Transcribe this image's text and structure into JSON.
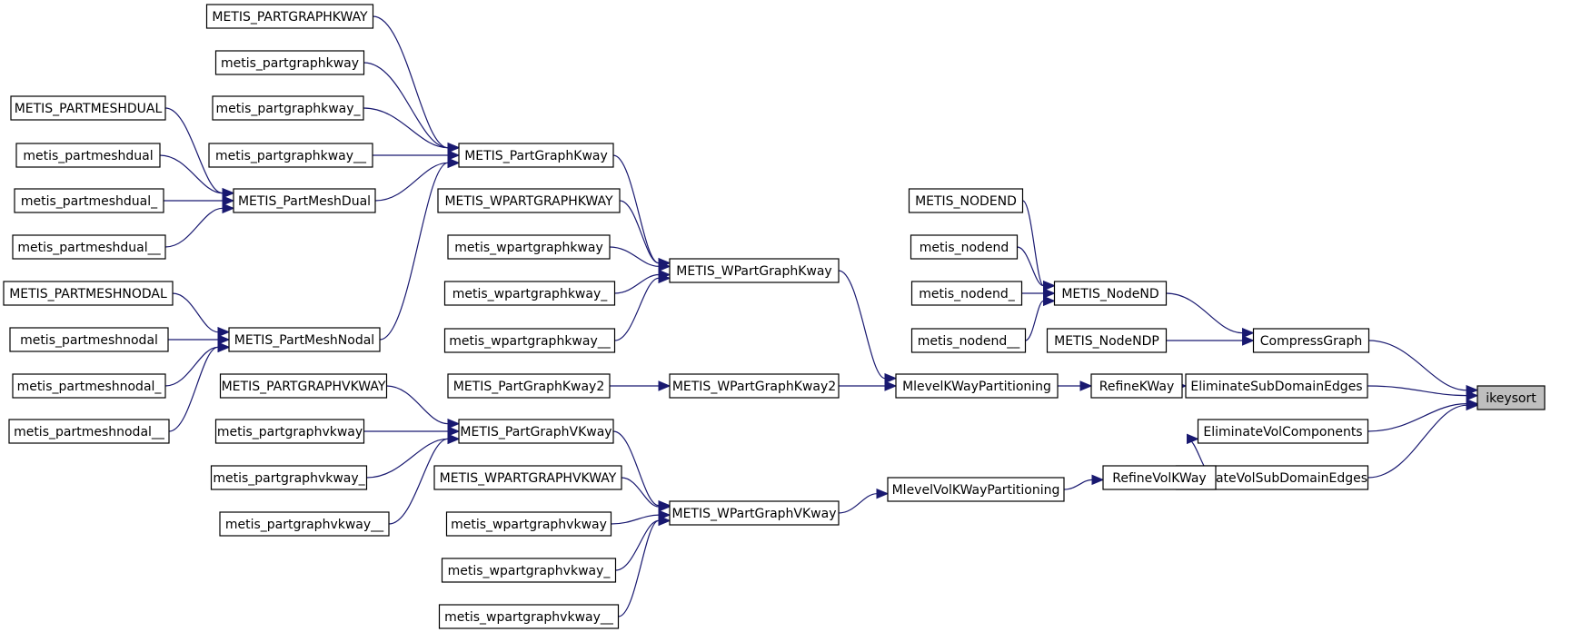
{
  "colors": {
    "edge": "#191970",
    "node_fill": "#ffffff",
    "highlight_fill": "#bfbfbf",
    "node_border": "#000000"
  },
  "nodes": [
    {
      "id": "n_ikeysort",
      "label": "ikeysort"
    },
    {
      "id": "n_compressgraph",
      "label": "CompressGraph"
    },
    {
      "id": "n_elimsub",
      "label": "EliminateSubDomainEdges"
    },
    {
      "id": "n_elimvolcomp",
      "label": "EliminateVolComponents"
    },
    {
      "id": "n_elimvolsub",
      "label": "EliminateVolSubDomainEdges"
    },
    {
      "id": "n_metis_nodend_func",
      "label": "METIS_NodeND"
    },
    {
      "id": "n_metis_nodendp",
      "label": "METIS_NodeNDP"
    },
    {
      "id": "n_METIS_NODEND",
      "label": "METIS_NODEND"
    },
    {
      "id": "n_metis_nodend",
      "label": "metis_nodend"
    },
    {
      "id": "n_metis_nodend_",
      "label": "metis_nodend_"
    },
    {
      "id": "n_metis_nodend__",
      "label": "metis_nodend__"
    },
    {
      "id": "n_refinekway",
      "label": "RefineKWay"
    },
    {
      "id": "n_refinevolkway",
      "label": "RefineVolKWay"
    },
    {
      "id": "n_mlevelkway",
      "label": "MlevelKWayPartitioning"
    },
    {
      "id": "n_mlevelvolkway",
      "label": "MlevelVolKWayPartitioning"
    },
    {
      "id": "n_wpartgraphkway",
      "label": "METIS_WPartGraphKway"
    },
    {
      "id": "n_wpartgraphkway2",
      "label": "METIS_WPartGraphKway2"
    },
    {
      "id": "n_wpartgraphvkway",
      "label": "METIS_WPartGraphVKway"
    },
    {
      "id": "n_partgraphkway",
      "label": "METIS_PartGraphKway"
    },
    {
      "id": "n_WPARTGRAPHKWAY",
      "label": "METIS_WPARTGRAPHKWAY"
    },
    {
      "id": "n_metis_wpartgraphkway",
      "label": "metis_wpartgraphkway"
    },
    {
      "id": "n_metis_wpartgraphkway_",
      "label": "metis_wpartgraphkway_"
    },
    {
      "id": "n_metis_wpartgraphkway__",
      "label": "metis_wpartgraphkway__"
    },
    {
      "id": "n_partgraphkway2",
      "label": "METIS_PartGraphKway2"
    },
    {
      "id": "n_partgraphvkway",
      "label": "METIS_PartGraphVKway"
    },
    {
      "id": "n_WPARTGRAPHVKWAY",
      "label": "METIS_WPARTGRAPHVKWAY"
    },
    {
      "id": "n_metis_wpartgraphvkway",
      "label": "metis_wpartgraphvkway"
    },
    {
      "id": "n_metis_wpartgraphvkway_",
      "label": "metis_wpartgraphvkway_"
    },
    {
      "id": "n_metis_wpartgraphvkway__",
      "label": "metis_wpartgraphvkway__"
    },
    {
      "id": "n_PARTGRAPHKWAY",
      "label": "METIS_PARTGRAPHKWAY"
    },
    {
      "id": "n_metis_partgraphkway",
      "label": "metis_partgraphkway"
    },
    {
      "id": "n_metis_partgraphkway_",
      "label": "metis_partgraphkway_"
    },
    {
      "id": "n_metis_partgraphkway__",
      "label": "metis_partgraphkway__"
    },
    {
      "id": "n_partmeshdual",
      "label": "METIS_PartMeshDual"
    },
    {
      "id": "n_partmeshnodal",
      "label": "METIS_PartMeshNodal"
    },
    {
      "id": "n_PARTMESHDUAL",
      "label": "METIS_PARTMESHDUAL"
    },
    {
      "id": "n_metis_partmeshdual",
      "label": "metis_partmeshdual"
    },
    {
      "id": "n_metis_partmeshdual_",
      "label": "metis_partmeshdual_"
    },
    {
      "id": "n_metis_partmeshdual__",
      "label": "metis_partmeshdual__"
    },
    {
      "id": "n_PARTMESHNODAL",
      "label": "METIS_PARTMESHNODAL"
    },
    {
      "id": "n_metis_partmeshnodal",
      "label": "metis_partmeshnodal"
    },
    {
      "id": "n_metis_partmeshnodal_",
      "label": "metis_partmeshnodal_"
    },
    {
      "id": "n_metis_partmeshnodal__",
      "label": "metis_partmeshnodal__"
    },
    {
      "id": "n_PARTGRAPHVKWAY",
      "label": "METIS_PARTGRAPHVKWAY"
    },
    {
      "id": "n_metis_partgraphvkway",
      "label": "metis_partgraphvkway"
    },
    {
      "id": "n_metis_partgraphvkway_",
      "label": "metis_partgraphvkway_"
    },
    {
      "id": "n_metis_partgraphvkway__",
      "label": "metis_partgraphvkway__"
    }
  ],
  "edges": [
    {
      "from": "n_compressgraph",
      "to": "n_ikeysort"
    },
    {
      "from": "n_elimsub",
      "to": "n_ikeysort"
    },
    {
      "from": "n_elimvolcomp",
      "to": "n_ikeysort"
    },
    {
      "from": "n_elimvolsub",
      "to": "n_ikeysort"
    },
    {
      "from": "n_metis_nodend_func",
      "to": "n_compressgraph"
    },
    {
      "from": "n_metis_nodendp",
      "to": "n_compressgraph"
    },
    {
      "from": "n_METIS_NODEND",
      "to": "n_metis_nodend_func"
    },
    {
      "from": "n_metis_nodend",
      "to": "n_metis_nodend_func"
    },
    {
      "from": "n_metis_nodend_",
      "to": "n_metis_nodend_func"
    },
    {
      "from": "n_metis_nodend__",
      "to": "n_metis_nodend_func"
    },
    {
      "from": "n_refinekway",
      "to": "n_elimsub"
    },
    {
      "from": "n_refinevolkway",
      "to": "n_elimvolcomp"
    },
    {
      "from": "n_refinevolkway",
      "to": "n_elimvolsub"
    },
    {
      "from": "n_mlevelkway",
      "to": "n_refinekway"
    },
    {
      "from": "n_mlevelvolkway",
      "to": "n_refinevolkway"
    },
    {
      "from": "n_wpartgraphkway",
      "to": "n_mlevelkway"
    },
    {
      "from": "n_wpartgraphkway2",
      "to": "n_mlevelkway"
    },
    {
      "from": "n_wpartgraphvkway",
      "to": "n_mlevelvolkway"
    },
    {
      "from": "n_partgraphkway",
      "to": "n_wpartgraphkway"
    },
    {
      "from": "n_WPARTGRAPHKWAY",
      "to": "n_wpartgraphkway"
    },
    {
      "from": "n_metis_wpartgraphkway",
      "to": "n_wpartgraphkway"
    },
    {
      "from": "n_metis_wpartgraphkway_",
      "to": "n_wpartgraphkway"
    },
    {
      "from": "n_metis_wpartgraphkway__",
      "to": "n_wpartgraphkway"
    },
    {
      "from": "n_partgraphkway2",
      "to": "n_wpartgraphkway2"
    },
    {
      "from": "n_partgraphvkway",
      "to": "n_wpartgraphvkway"
    },
    {
      "from": "n_WPARTGRAPHVKWAY",
      "to": "n_wpartgraphvkway"
    },
    {
      "from": "n_metis_wpartgraphvkway",
      "to": "n_wpartgraphvkway"
    },
    {
      "from": "n_metis_wpartgraphvkway_",
      "to": "n_wpartgraphvkway"
    },
    {
      "from": "n_metis_wpartgraphvkway__",
      "to": "n_wpartgraphvkway"
    },
    {
      "from": "n_PARTGRAPHKWAY",
      "to": "n_partgraphkway"
    },
    {
      "from": "n_metis_partgraphkway",
      "to": "n_partgraphkway"
    },
    {
      "from": "n_metis_partgraphkway_",
      "to": "n_partgraphkway"
    },
    {
      "from": "n_metis_partgraphkway__",
      "to": "n_partgraphkway"
    },
    {
      "from": "n_partmeshdual",
      "to": "n_partgraphkway"
    },
    {
      "from": "n_partmeshnodal",
      "to": "n_partgraphkway"
    },
    {
      "from": "n_PARTMESHDUAL",
      "to": "n_partmeshdual"
    },
    {
      "from": "n_metis_partmeshdual",
      "to": "n_partmeshdual"
    },
    {
      "from": "n_metis_partmeshdual_",
      "to": "n_partmeshdual"
    },
    {
      "from": "n_metis_partmeshdual__",
      "to": "n_partmeshdual"
    },
    {
      "from": "n_PARTMESHNODAL",
      "to": "n_partmeshnodal"
    },
    {
      "from": "n_metis_partmeshnodal",
      "to": "n_partmeshnodal"
    },
    {
      "from": "n_metis_partmeshnodal_",
      "to": "n_partmeshnodal"
    },
    {
      "from": "n_metis_partmeshnodal__",
      "to": "n_partmeshnodal"
    },
    {
      "from": "n_PARTGRAPHVKWAY",
      "to": "n_partgraphvkway"
    },
    {
      "from": "n_metis_partgraphvkway",
      "to": "n_partgraphvkway"
    },
    {
      "from": "n_metis_partgraphvkway_",
      "to": "n_partgraphvkway"
    },
    {
      "from": "n_metis_partgraphvkway__",
      "to": "n_partgraphvkway"
    }
  ]
}
